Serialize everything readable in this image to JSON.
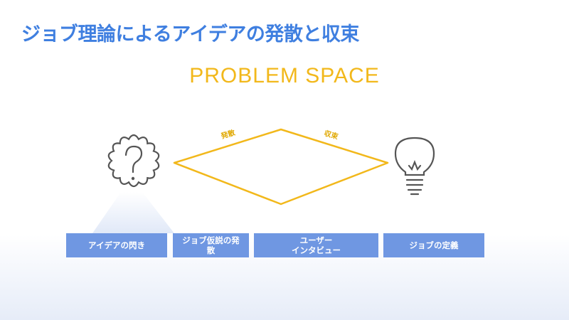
{
  "slide": {
    "title": "ジョブ理論によるアイデアの発散と収束",
    "subtitle": "PROBLEM SPACE"
  },
  "diagram": {
    "label_diverge": "発散",
    "label_converge": "収束",
    "left_icon": "question-cloud-icon",
    "right_icon": "lightbulb-icon",
    "accent_color": "#f2b81b",
    "icon_color": "#555555"
  },
  "steps": [
    {
      "lines": [
        "アイデアの閃き"
      ]
    },
    {
      "lines": [
        "ジョブ仮説の発",
        "散"
      ]
    },
    {
      "lines": [
        "ユーザー",
        "インタビュー"
      ]
    },
    {
      "lines": [
        "ジョブの定義"
      ]
    }
  ]
}
